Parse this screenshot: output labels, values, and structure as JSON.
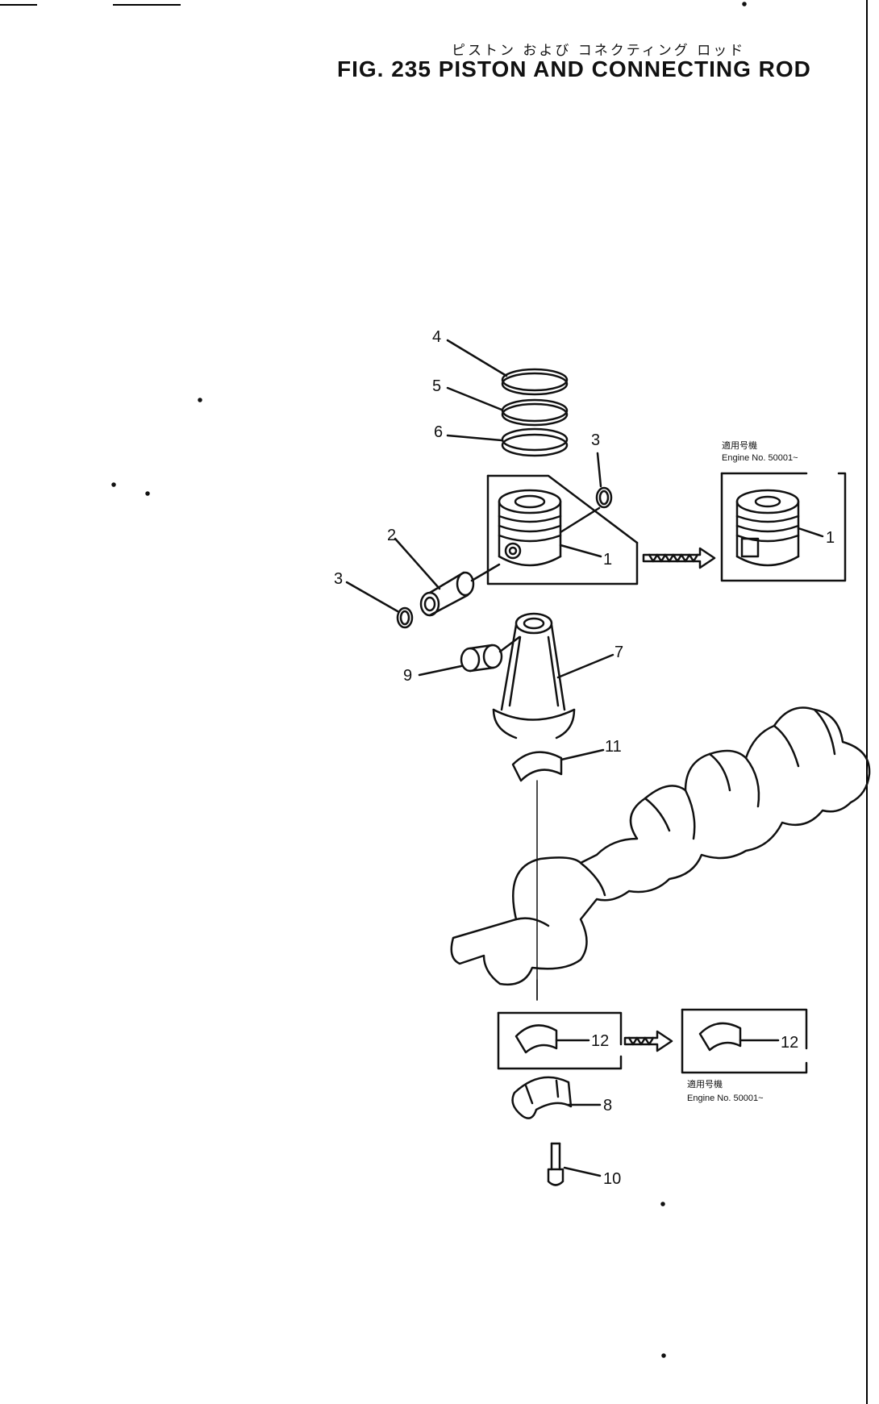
{
  "title": {
    "japanese": "ピストン および コネクティング ロッド",
    "english": "FIG. 235  PISTON AND CONNECTING ROD"
  },
  "callouts": {
    "c1": "1",
    "c1b": "1",
    "c2": "2",
    "c3a": "3",
    "c3b": "3",
    "c4": "4",
    "c5": "5",
    "c6": "6",
    "c7": "7",
    "c8": "8",
    "c9": "9",
    "c10": "10",
    "c11": "11",
    "c12a": "12",
    "c12b": "12"
  },
  "notes": {
    "piston_alt_jp": "適用号機",
    "piston_alt_en": "Engine No. 50001~",
    "bearing_alt_jp": "適用号機",
    "bearing_alt_en": "Engine No. 50001~"
  }
}
